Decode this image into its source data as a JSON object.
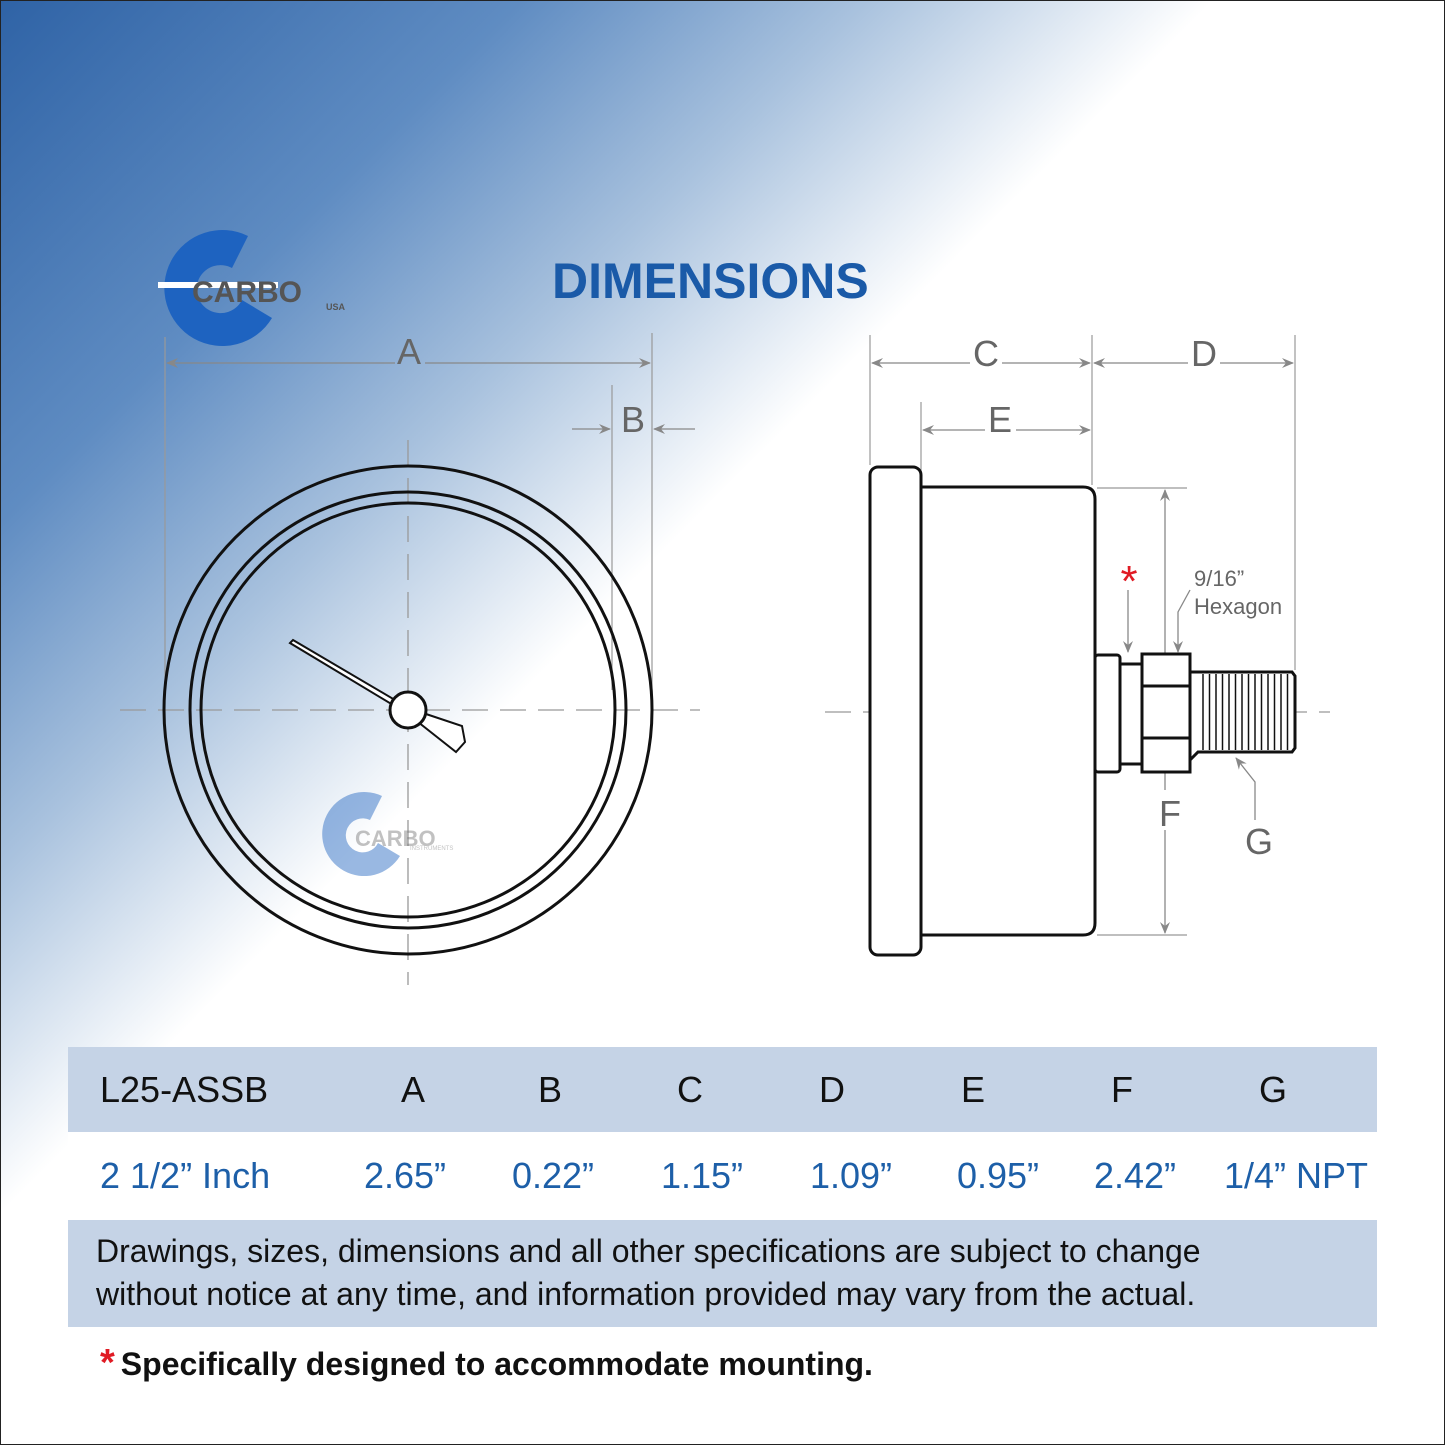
{
  "title": "DIMENSIONS",
  "logo": {
    "brand": "CARBO",
    "sub": "USA"
  },
  "watermark": {
    "brand": "CARBO",
    "sub": "INSTRUMENTS"
  },
  "drawing": {
    "labels": {
      "A": "A",
      "B": "B",
      "C": "C",
      "D": "D",
      "E": "E",
      "F": "F",
      "G": "G"
    },
    "hex_size": "9/16”",
    "hex_label": "Hexagon",
    "asterisk": "*"
  },
  "table": {
    "headers": [
      "L25-ASSB",
      "A",
      "B",
      "C",
      "D",
      "E",
      "F",
      "G"
    ],
    "values": [
      "2 1/2” Inch",
      "2.65”",
      "0.22”",
      "1.15”",
      "1.09”",
      "0.95”",
      "2.42”",
      "1/4” NPT"
    ]
  },
  "disclaimer": [
    "Drawings, sizes, dimensions and all other specifications are subject to change",
    "without notice at any time, and information provided may vary from the actual."
  ],
  "note": {
    "asterisk": "*",
    "text": "Specifically designed to accommodate mounting."
  },
  "colors": {
    "accent": "#1a5aa8",
    "table_bg": "#c5d3e6",
    "asterisk": "#e01b24"
  }
}
